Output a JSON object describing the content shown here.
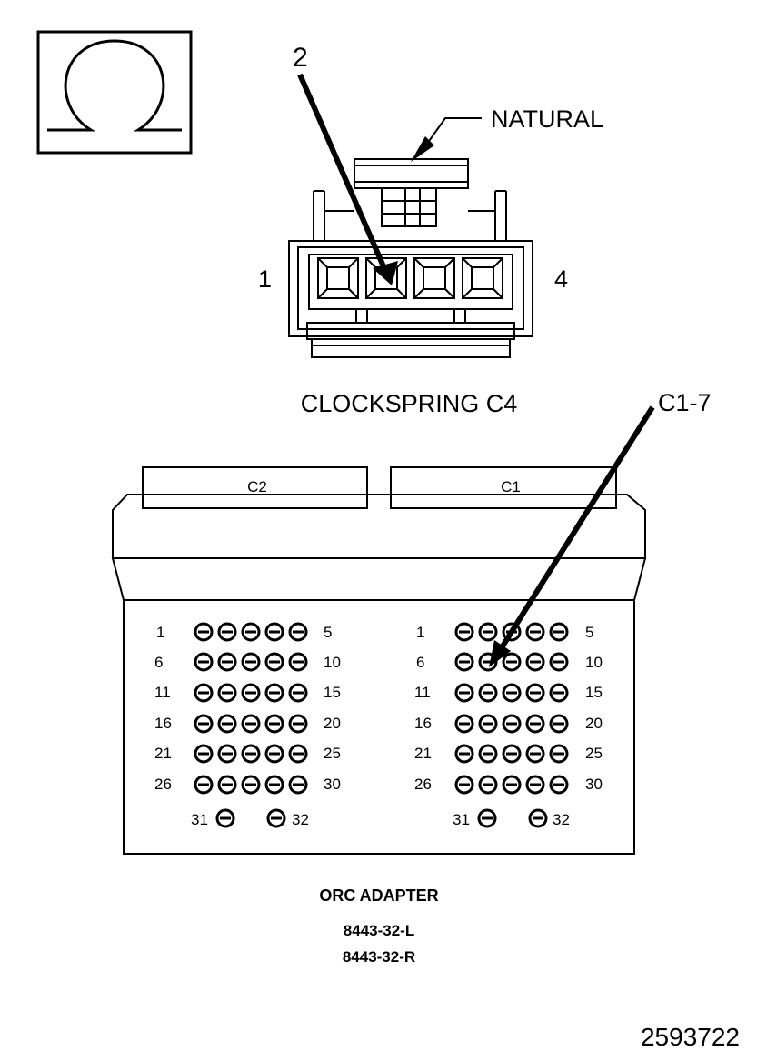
{
  "meter_symbol": {
    "icon": "ohm-icon"
  },
  "clockspring": {
    "callout_pin": "2",
    "color_label": "NATURAL",
    "pin_left": "1",
    "pin_right": "4",
    "title": "CLOCKSPRING C4"
  },
  "orc_adapter": {
    "callout": "C1-7",
    "connectors": [
      {
        "label": "C2",
        "rows": [
          {
            "left": "1",
            "right": "5"
          },
          {
            "left": "6",
            "right": "10"
          },
          {
            "left": "11",
            "right": "15"
          },
          {
            "left": "16",
            "right": "20"
          },
          {
            "left": "21",
            "right": "25"
          },
          {
            "left": "26",
            "right": "30"
          }
        ],
        "extra_left": "31",
        "extra_right": "32"
      },
      {
        "label": "C1",
        "rows": [
          {
            "left": "1",
            "right": "5"
          },
          {
            "left": "6",
            "right": "10"
          },
          {
            "left": "11",
            "right": "15"
          },
          {
            "left": "16",
            "right": "20"
          },
          {
            "left": "21",
            "right": "25"
          },
          {
            "left": "26",
            "right": "30"
          }
        ],
        "extra_left": "31",
        "extra_right": "32"
      }
    ],
    "name": "ORC ADAPTER",
    "part_left": "8443-32-L",
    "part_right": "8443-32-R"
  },
  "figure_number": "2593722"
}
